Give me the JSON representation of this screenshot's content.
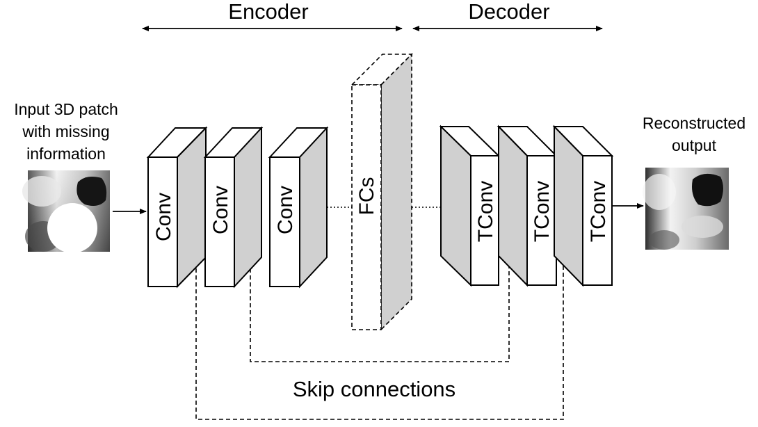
{
  "labels": {
    "encoder": "Encoder",
    "decoder": "Decoder",
    "input_lines": [
      "Input 3D patch",
      "with missing",
      "information"
    ],
    "output_lines": [
      "Reconstructed",
      "output"
    ],
    "skip": "Skip connections"
  },
  "layers": {
    "conv1": "Conv",
    "conv2": "Conv",
    "conv3": "Conv",
    "fcs": "FCs",
    "tconv1": "TConv",
    "tconv2": "TConv",
    "tconv3": "TConv"
  },
  "colors": {
    "side_face": "#d0d0d0",
    "front_face": "#ffffff",
    "line": "#000000"
  }
}
